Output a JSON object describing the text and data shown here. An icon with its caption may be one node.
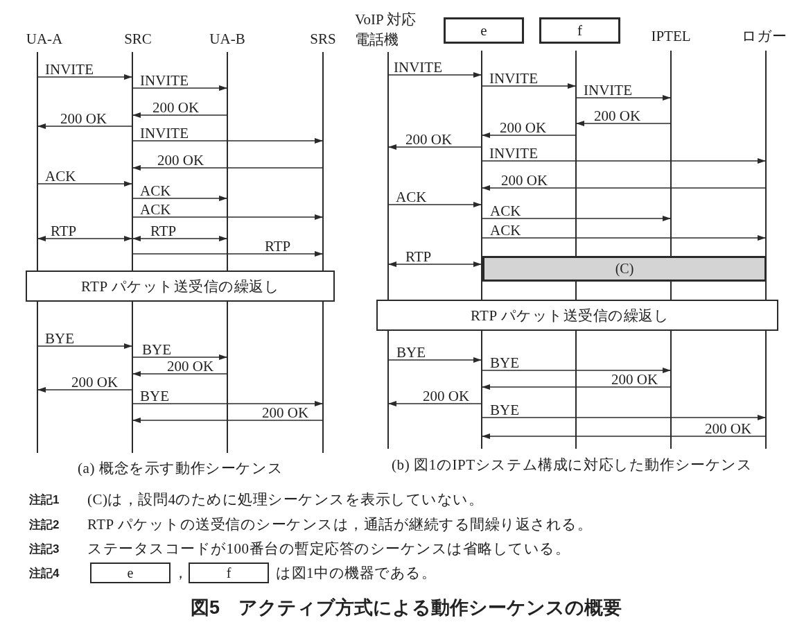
{
  "diagram": {
    "caption": "図5　アクティブ方式による動作シーケンスの概要",
    "nodes": [
      {
        "text": [
          "UA-A"
        ]
      },
      {
        "text": [
          "SRC"
        ]
      },
      {
        "text": [
          "UA-B"
        ]
      },
      {
        "text": [
          "SRS"
        ]
      },
      {
        "text": [
          "RTP パケット送受信の繰返し"
        ]
      },
      {
        "text": [
          "VoIP 対応電話機"
        ]
      },
      {
        "text": [
          "e"
        ]
      },
      {
        "text": [
          "f"
        ]
      },
      {
        "text": [
          "IPTEL"
        ]
      },
      {
        "text": [
          "ロガー"
        ]
      },
      {
        "text": [
          "(C)"
        ]
      },
      {
        "text": [
          "RTP パケット送受信の繰返し"
        ]
      },
      {
        "text": [
          "e"
        ]
      },
      {
        "text": [
          "f"
        ]
      }
    ],
    "edges": [
      {
        "from": 0,
        "to": 1,
        "arrow": "to",
        "label": "INVITE"
      },
      {
        "from": 1,
        "to": 2,
        "arrow": "to",
        "label": "INVITE"
      },
      {
        "from": 2,
        "to": 1,
        "arrow": "to",
        "label": "200 OK"
      },
      {
        "from": 1,
        "to": 0,
        "arrow": "to",
        "label": "200 OK"
      },
      {
        "from": 1,
        "to": 3,
        "arrow": "to",
        "label": "INVITE"
      },
      {
        "from": 3,
        "to": 1,
        "arrow": "to",
        "label": "200 OK"
      },
      {
        "from": 0,
        "to": 1,
        "arrow": "to",
        "label": "ACK"
      },
      {
        "from": 1,
        "to": 2,
        "arrow": "to",
        "label": "ACK"
      },
      {
        "from": 1,
        "to": 3,
        "arrow": "to",
        "label": "ACK"
      },
      {
        "from": 0,
        "to": 1,
        "arrow": "both",
        "label": "RTP"
      },
      {
        "from": 1,
        "to": 2,
        "arrow": "both",
        "label": "RTP"
      },
      {
        "from": 1,
        "to": 3,
        "arrow": "to",
        "label": "RTP"
      },
      {
        "from": 0,
        "to": 1,
        "arrow": "to",
        "label": "BYE"
      },
      {
        "from": 1,
        "to": 2,
        "arrow": "to",
        "label": "BYE"
      },
      {
        "from": 2,
        "to": 1,
        "arrow": "to",
        "label": "200 OK"
      },
      {
        "from": 1,
        "to": 0,
        "arrow": "to",
        "label": "200 OK"
      },
      {
        "from": 1,
        "to": 3,
        "arrow": "to",
        "label": "BYE"
      },
      {
        "from": 3,
        "to": 1,
        "arrow": "to",
        "label": "200 OK"
      },
      {
        "from": 5,
        "to": 6,
        "arrow": "to",
        "label": "INVITE"
      },
      {
        "from": 6,
        "to": 7,
        "arrow": "to",
        "label": "INVITE"
      },
      {
        "from": 7,
        "to": 8,
        "arrow": "to",
        "label": "INVITE"
      },
      {
        "from": 8,
        "to": 7,
        "arrow": "to",
        "label": "200 OK"
      },
      {
        "from": 7,
        "to": 6,
        "arrow": "to",
        "label": "200 OK"
      },
      {
        "from": 6,
        "to": 5,
        "arrow": "to",
        "label": "200 OK"
      },
      {
        "from": 6,
        "to": 9,
        "arrow": "to",
        "label": "INVITE"
      },
      {
        "from": 9,
        "to": 6,
        "arrow": "to",
        "label": "200 OK"
      },
      {
        "from": 5,
        "to": 6,
        "arrow": "to",
        "label": "ACK"
      },
      {
        "from": 6,
        "to": 8,
        "arrow": "to",
        "label": "ACK"
      },
      {
        "from": 6,
        "to": 9,
        "arrow": "to",
        "label": "ACK"
      },
      {
        "from": 5,
        "to": 6,
        "arrow": "both",
        "label": "RTP"
      },
      {
        "from": 5,
        "to": 6,
        "arrow": "to",
        "label": "BYE"
      },
      {
        "from": 6,
        "to": 8,
        "arrow": "to",
        "label": "BYE"
      },
      {
        "from": 8,
        "to": 6,
        "arrow": "to",
        "label": "200 OK"
      },
      {
        "from": 6,
        "to": 5,
        "arrow": "to",
        "label": "200 OK"
      },
      {
        "from": 6,
        "to": 9,
        "arrow": "to",
        "label": "BYE"
      },
      {
        "from": 9,
        "to": 6,
        "arrow": "to",
        "label": "200 OK"
      }
    ],
    "labels": [
      "(a) 概念を示す動作シーケンス",
      "(b) 図1のIPTシステム構成に対応した動作シーケンス",
      "注記1",
      "(C)は，設問4のために処理シーケンスを表示していない。",
      "注記2",
      "RTP パケットの送受信のシーケンスは，通話が継続する間繰り返される。",
      "注記3",
      "ステータスコードが100番台の暫定応答のシーケンスは省略している。",
      "注記4",
      "，",
      "は図1中の機器である。"
    ]
  }
}
